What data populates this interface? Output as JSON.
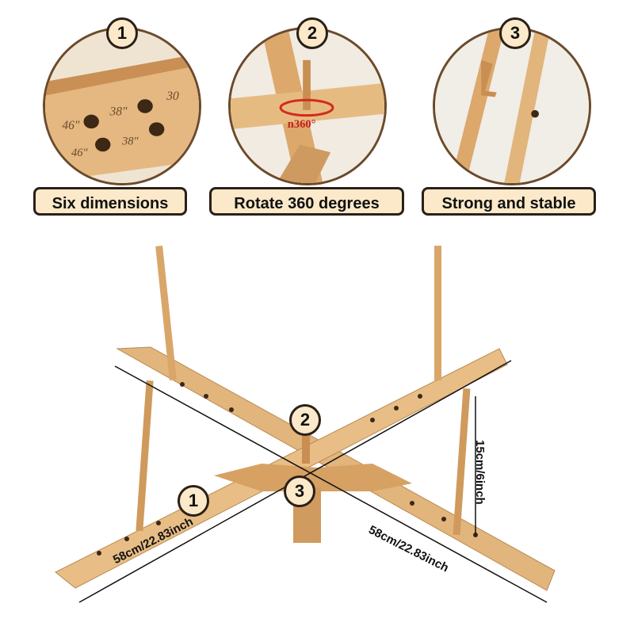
{
  "features": [
    {
      "number": "1",
      "label": "Six dimensions",
      "marks": [
        "46\"",
        "38\"",
        "30",
        "46\"",
        "38\""
      ]
    },
    {
      "number": "2",
      "label": "Rotate 360 degrees",
      "rotation_text": "n360°"
    },
    {
      "number": "3",
      "label": "Strong and stable"
    }
  ],
  "main_callouts": [
    "2",
    "1",
    "3"
  ],
  "dimensions": {
    "left_length": "58cm/22.83inch",
    "right_length": "58cm/22.83inch",
    "height": "15cm/6inch"
  },
  "colors": {
    "wood": "#e2b57c",
    "wood_dark": "#c8935a",
    "badge_fill": "#fbe9c9",
    "outline": "#2b2018"
  }
}
